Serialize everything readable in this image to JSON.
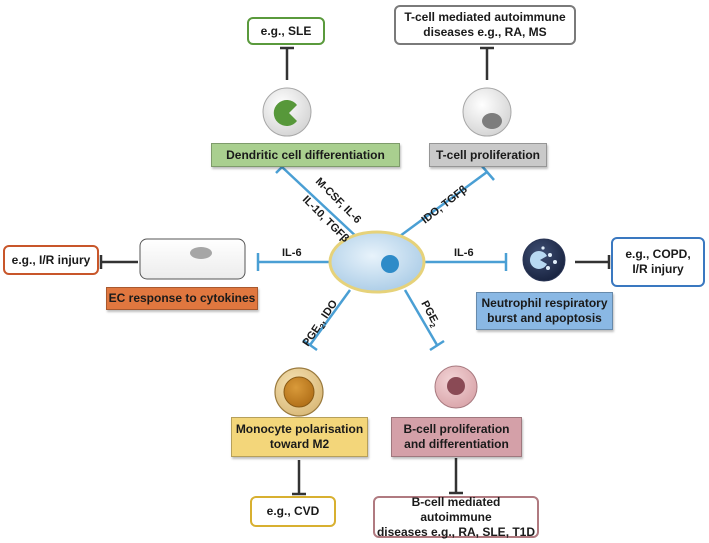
{
  "diseases": {
    "sle": "e.g., SLE",
    "t_cell": "T-cell mediated autoimmune\ndiseases e.g., RA, MS",
    "ir": "e.g., I/R injury",
    "copd": "e.g., COPD,\nI/R injury",
    "cvd": "e.g., CVD",
    "b_cell": "B-cell mediated autoimmune\ndiseases e.g., RA, SLE, T1D"
  },
  "labels": {
    "dendritic": "Dendritic cell differentiation",
    "tcell": "T-cell proliferation",
    "ec": "EC response to cytokines",
    "neutrophil": "Neutrophil respiratory\nburst and apoptosis",
    "monocyte": "Monocyte polarisation\ntoward M2",
    "bcell": "B-cell proliferation\nand differentiation"
  },
  "mediators": {
    "dendritic_a": "M-CSF, IL-6",
    "dendritic_b": "IL-10, TGFβ",
    "tcell": "IDO, TGFβ",
    "ec": "IL-6",
    "neutrophil": "IL-6",
    "monocyte_prefix": "PGE",
    "monocyte_sub": "2",
    "monocyte_suffix": ", IDO",
    "bcell_prefix": "PGE",
    "bcell_sub": "2"
  },
  "colors": {
    "inhibit_line": "#4a9fd4",
    "disease_line": "#333333",
    "sle_border": "#5a9a3c",
    "t_cell_border": "#7a7a7a",
    "ir_border": "#c8562a",
    "copd_border": "#3a78c0",
    "cvd_border": "#d8b030",
    "b_cell_border": "#b07a80",
    "dendritic_fill": "#a9cf8f",
    "tcell_fill": "#c9c9c9",
    "ec_fill": "#e0773f",
    "neutrophil_fill": "#8ab8e4",
    "monocyte_fill": "#f3d67a",
    "bcell_fill": "#d4a0a8"
  }
}
